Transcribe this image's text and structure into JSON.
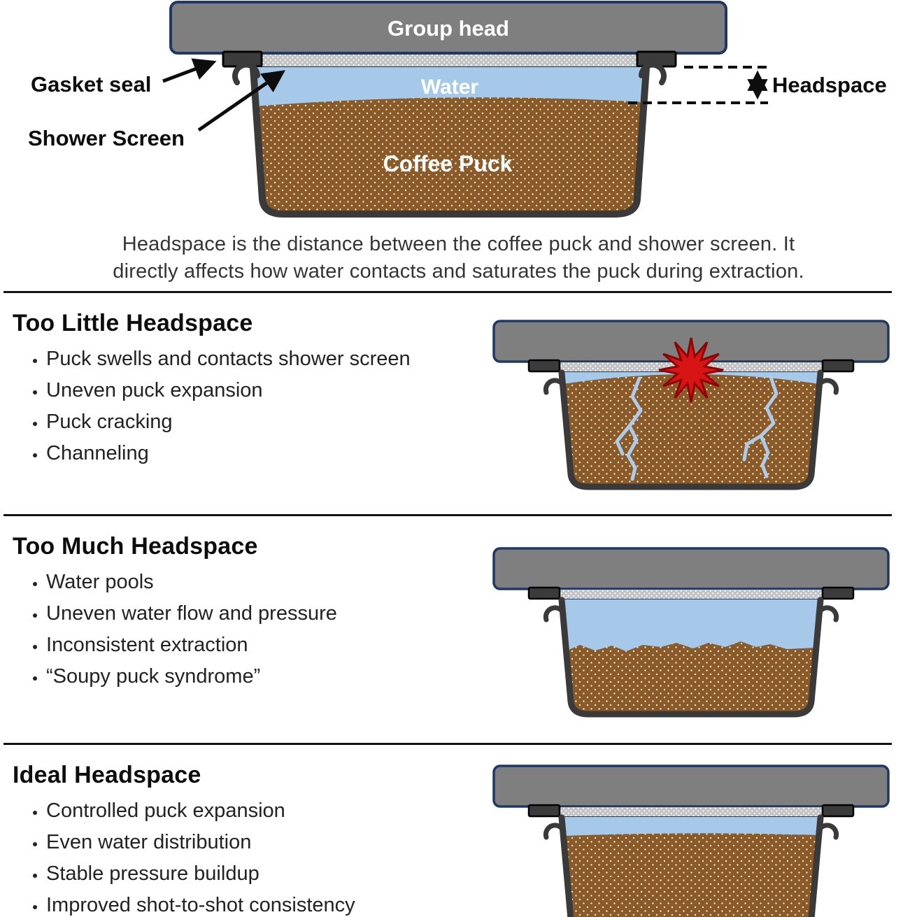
{
  "colors": {
    "group_head_gray": "#7f7f7f",
    "outline_navy": "#1f3864",
    "basket_wall": "#3a3a3a",
    "gasket_dark": "#3b3b3b",
    "screen_gray": "#c3c3c3",
    "water_blue": "#a6c9ea",
    "puck_brown": "#8a5a28",
    "puck_dot_cream": "#f3e7cf",
    "crack_blue": "#aecbea",
    "burst_red": "#d81414",
    "burst_red_dark": "#8c0404",
    "label_white": "#ffffff",
    "text_black": "#111111"
  },
  "main_diagram": {
    "group_head_label": "Group head",
    "water_label": "Water",
    "coffee_puck_label": "Coffee Puck",
    "gasket_seal_label": "Gasket seal",
    "shower_screen_label": "Shower Screen",
    "headspace_label": "Headspace"
  },
  "intro": {
    "line1": "Headspace is the distance between the coffee puck and shower screen. It",
    "line2": "directly affects how water contacts and saturates the puck during extraction."
  },
  "sections": [
    {
      "title": "Too Little Headspace",
      "bullets": [
        "Puck swells and contacts shower screen",
        "Uneven puck expansion",
        "Puck cracking",
        "Channeling"
      ]
    },
    {
      "title": "Too Much Headspace",
      "bullets": [
        "Water pools",
        "Uneven water flow and pressure",
        "Inconsistent extraction",
        "“Soupy puck syndrome”"
      ]
    },
    {
      "title": "Ideal Headspace",
      "bullets": [
        "Controlled puck expansion",
        "Even water distribution",
        "Stable pressure buildup",
        "Improved shot-to-shot consistency"
      ]
    }
  ]
}
